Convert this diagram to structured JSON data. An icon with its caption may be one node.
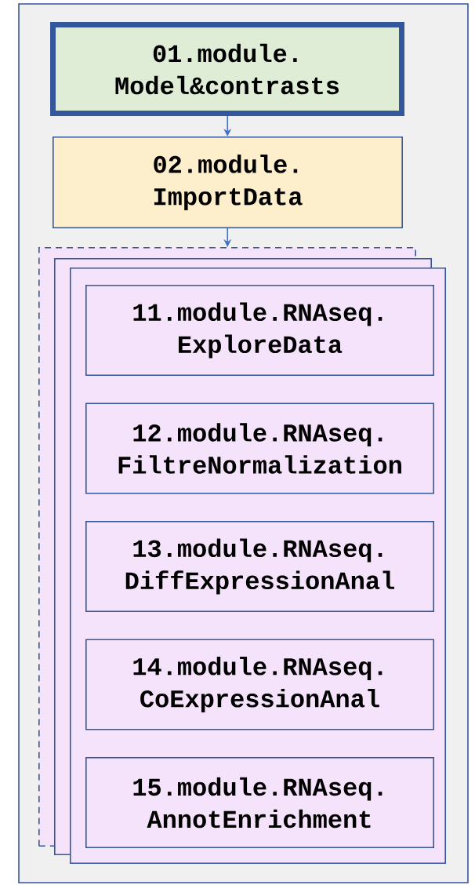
{
  "diagram": {
    "nodes": [
      {
        "text": [
          "01.module. Model&contrasts"
        ]
      },
      {
        "text": [
          "02.module. ImportData"
        ]
      },
      {
        "text": [],
        "shape": "box"
      },
      {
        "text": [],
        "shape": "box"
      },
      {
        "text": [],
        "shape": "box"
      },
      {
        "text": [
          "11.module.RNAseq. ExploreData"
        ],
        "in": 4
      },
      {
        "text": [
          "12.module.RNAseq. FiltreNormalization"
        ],
        "in": 4
      },
      {
        "text": [
          "13.module.RNAseq. DiffExpressionAnal"
        ],
        "in": 4
      },
      {
        "text": [
          "14.module.RNAseq. CoExpressionAnal"
        ],
        "in": 4
      },
      {
        "text": [
          "15.module.RNAseq. AnnotEnrichment"
        ],
        "in": 4
      }
    ],
    "edges": [
      {
        "from": 0,
        "to": 1,
        "arrow": "to"
      },
      {
        "from": 1,
        "to": 2,
        "arrow": "to"
      }
    ]
  }
}
